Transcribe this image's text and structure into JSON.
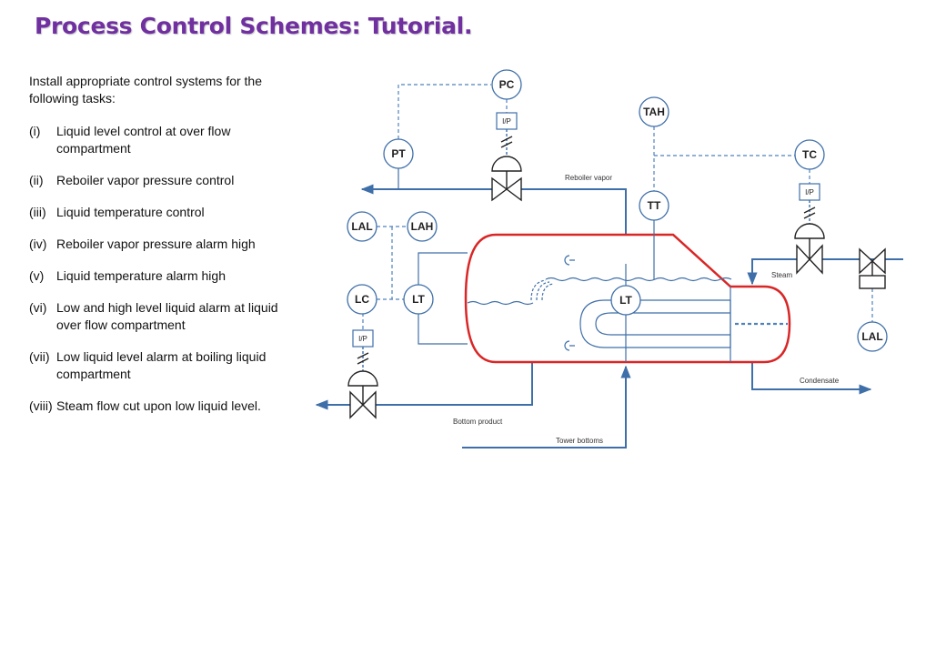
{
  "title": "Process Control Schemes: Tutorial.",
  "intro": "Install appropriate control systems for the following tasks:",
  "tasks": [
    {
      "num": "(i)",
      "text": "Liquid level control at over flow compartment"
    },
    {
      "num": "(ii)",
      "text": "Reboiler vapor pressure control"
    },
    {
      "num": "(iii)",
      "text": "Liquid temperature control"
    },
    {
      "num": "(iv)",
      "text": "Reboiler vapor pressure alarm high"
    },
    {
      "num": "(v)",
      "text": "Liquid temperature alarm high"
    },
    {
      "num": "(vi)",
      "text": "Low and high level liquid alarm at liquid over flow compartment"
    },
    {
      "num": "(vii)",
      "text": "Low liquid level alarm at boiling liquid compartment"
    },
    {
      "num": "(viii)",
      "text": "Steam flow cut upon low liquid level."
    }
  ],
  "instruments": {
    "pc": "PC",
    "pt": "PT",
    "tah": "TAH",
    "tc": "TC",
    "tt": "TT",
    "lal_left": "LAL",
    "lah": "LAH",
    "lc": "LC",
    "lt_left": "LT",
    "lt_center": "LT",
    "lal_right": "LAL",
    "ip": "I/P"
  },
  "streams": {
    "reboiler_vapor": "Reboiler vapor",
    "steam": "Steam",
    "condensate": "Condensate",
    "bottom_product": "Bottom product",
    "tower_bottoms": "Tower bottoms"
  },
  "colors": {
    "pipe": "#3f6fa8",
    "vessel": "#d92626",
    "signal": "#4f81bd",
    "title": "#7030a0"
  }
}
